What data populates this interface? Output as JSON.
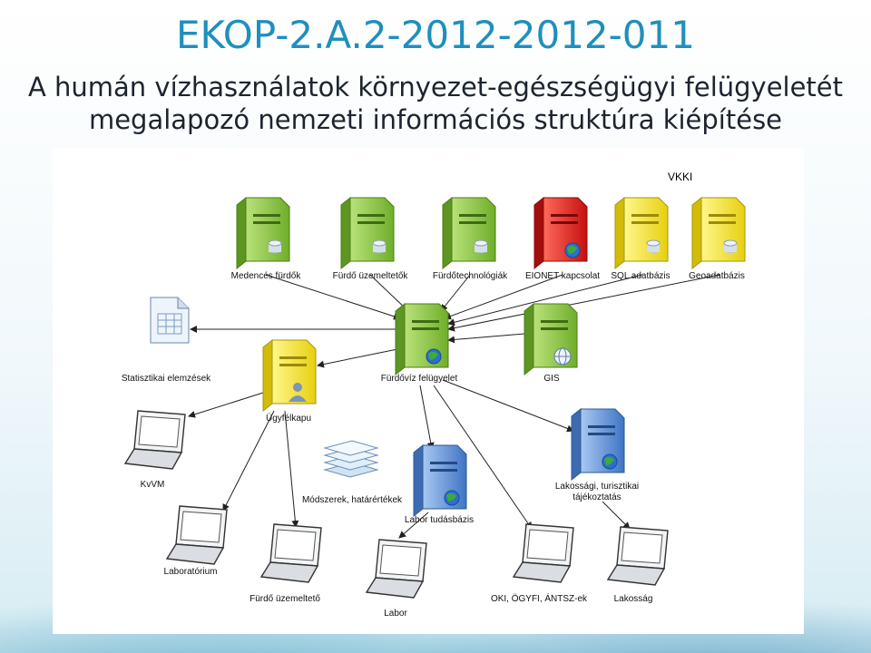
{
  "slide": {
    "title": "EKOP-2.A.2-2012-2012-011",
    "subtitle_line1": "A humán vízhasználatok környezet-egészségügyi felügyeletét",
    "subtitle_line2": "megalapozó nemzeti információs struktúra kiépítése"
  },
  "diagram": {
    "group_label": "VKKI",
    "nodes": {
      "medences": "Medencés fürdők",
      "furdo_uzem_top": "Fürdő üzemeltetők",
      "furdotech": "Fürdőtechnológiák",
      "eionet": "EIONET kapcsolat",
      "sql": "SQL adatbázis",
      "geo": "Geoadatbázis",
      "stat": "Statisztikai elemzések",
      "felugyelet": "Fürdővíz felügyelet",
      "gis": "GIS",
      "ugyfelkapu": "Ügyfélkapu",
      "kvvm": "KvVM",
      "modszerek": "Módszerek, határértékek",
      "labor_db": "Labor tudásbázis",
      "lakossagi_line1": "Lakossági, turisztikai",
      "lakossagi_line2": "tájékoztatás",
      "laboratorium": "Laboratórium",
      "furdo_uzem_bottom": "Fürdő üzemeltető",
      "labor": "Labor",
      "oki": "OKI, ÖGYFI, ÁNTSZ-ek",
      "lakossag": "Lakosság"
    },
    "colors": {
      "green": "#8cc63f",
      "red": "#e02020",
      "yellow": "#f5e62a",
      "blue": "#5b8fd6"
    }
  }
}
